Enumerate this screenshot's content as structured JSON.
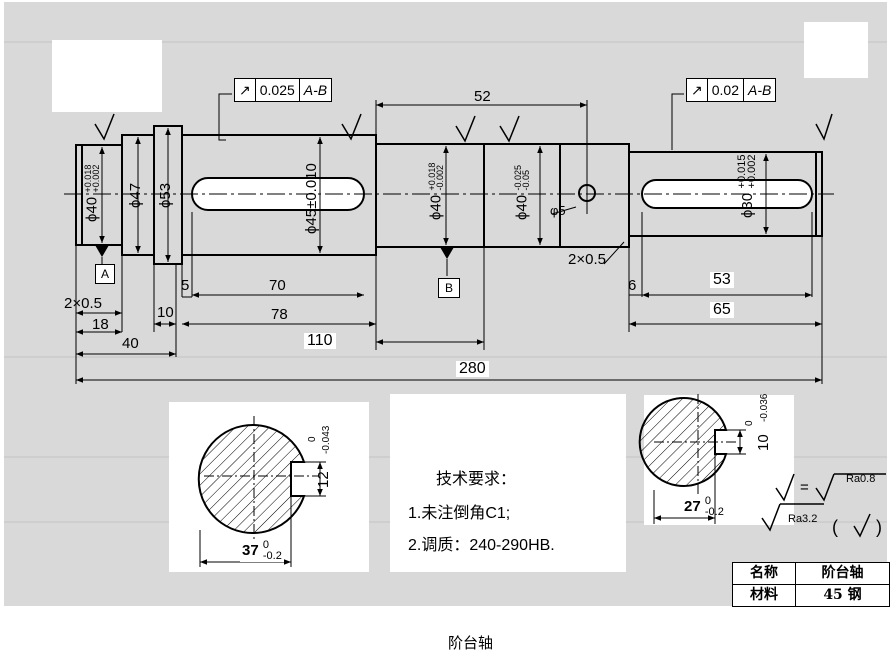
{
  "drawing": {
    "fcf_left": {
      "symbol": "↗",
      "tolerance": "0.025",
      "datum": "A-B"
    },
    "fcf_right": {
      "symbol": "↗",
      "tolerance": "0.02",
      "datum": "A-B"
    },
    "datum_a": "A",
    "datum_b": "B",
    "diameters": {
      "d40_left_base": "ϕ40",
      "d40_left_upper": "+0.018",
      "d40_left_lower": "+0.002",
      "d47": "ϕ47",
      "d53": "ϕ53",
      "d45": "ϕ45±0.010",
      "d40_mid_base": "ϕ40",
      "d40_mid_upper": "+0.018",
      "d40_mid_lower": "-0.002",
      "d40_r_base": "ϕ40",
      "d40_r_upper": "-0.025",
      "d40_r_lower": "-0.05",
      "d30_base": "ϕ30",
      "d30_upper": "+0.015",
      "d30_lower": "+0.002",
      "hole": "φ5"
    },
    "lengths": {
      "l52": "52",
      "l2x05_left": "2×0.5",
      "l18": "18",
      "l10": "10",
      "l5": "5",
      "l40": "40",
      "l70": "70",
      "l78": "78",
      "l110": "110",
      "l280": "280",
      "l2x05_right": "2×0.5",
      "l6": "6",
      "l53": "53",
      "l65": "65"
    },
    "section_left": {
      "key_depth": "12",
      "key_tol_upper": "0",
      "key_tol_lower": "-0.043",
      "width": "37",
      "width_upper": "0",
      "width_lower": "-0.2"
    },
    "section_right": {
      "key_depth": "10",
      "key_tol_upper": "0",
      "key_tol_lower": "-0.036",
      "width": "27",
      "width_upper": "0",
      "width_lower": "-0.2"
    },
    "roughness": {
      "equals": "=",
      "ra_top": "Ra0.8",
      "ra_bottom": "Ra3.2",
      "paren_open": "(",
      "paren_close": ")"
    }
  },
  "tech_requirements": {
    "heading": "技术要求：",
    "item1": "1.未注倒角C1;",
    "item2": "2.调质：240-290HB."
  },
  "title_block": {
    "name_label": "名称",
    "name_value": "阶台轴",
    "material_label": "材料",
    "material_value": "45 钢"
  },
  "caption": "阶台轴"
}
